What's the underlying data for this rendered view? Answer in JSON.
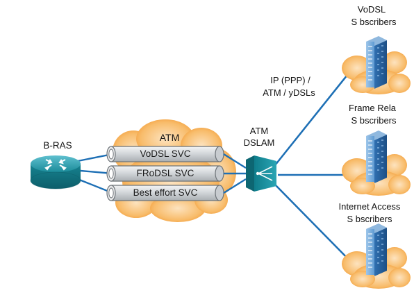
{
  "nodes": {
    "bras": {
      "label": "B-RAS"
    },
    "atm_cloud": {
      "label": "ATM"
    },
    "dslam": {
      "label_line1": "ATM",
      "label_line2": "DSLAM"
    },
    "vodsl_subscribers": {
      "label_line1": "VoDSL",
      "label_line2": "S  bscribers"
    },
    "frame_relay_subscribers": {
      "label_line1": "Frame Rela",
      "label_line2": "S  bscribers"
    },
    "internet_subscribers": {
      "label_line1": "Internet Access",
      "label_line2": "S  bscribers"
    }
  },
  "svc_pipes": [
    {
      "label": "VoDSL SVC"
    },
    {
      "label": "FRoDSL SVC"
    },
    {
      "label": "Best effort SVC"
    }
  ],
  "link_label": {
    "line1": "IP (PPP) /",
    "line2": "ATM / yDSLs"
  },
  "colors": {
    "cloud_orange": "#f5a94a",
    "link_blue": "#1d6fb5",
    "device_teal": "#1a8a96",
    "building_blue": "#3d7fc3",
    "pipe_grey": "#cfd3d6"
  },
  "icons": {
    "bras": "router-icon",
    "dslam": "dslam-icon",
    "subscriber": "office-building-icon",
    "cloud": "cloud-icon"
  }
}
